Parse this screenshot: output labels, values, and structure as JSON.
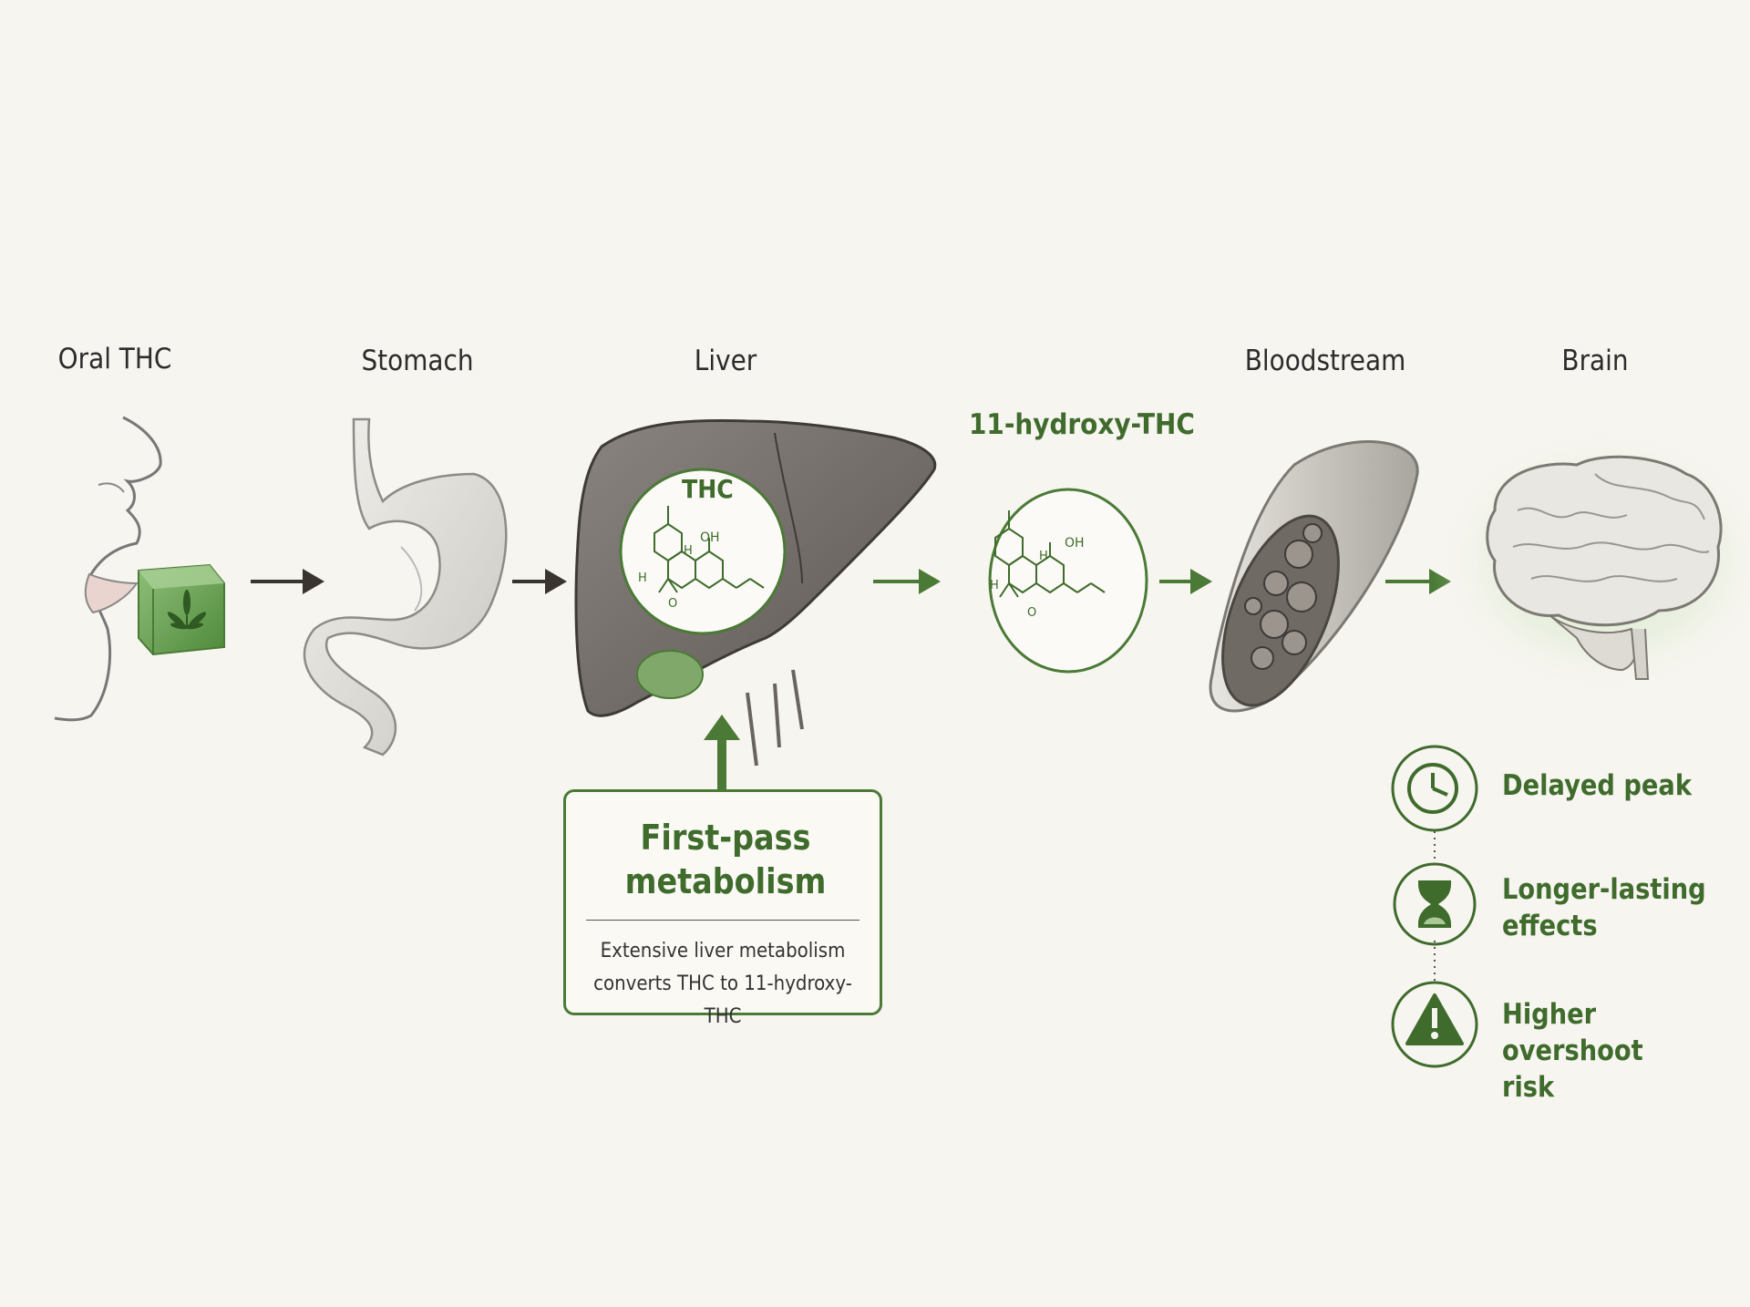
{
  "stages": {
    "oral": "Oral THC",
    "stomach": "Stomach",
    "liver": "Liver",
    "bloodstream": "Bloodstream",
    "brain": "Brain"
  },
  "liver_molecule": {
    "title": "THC",
    "oh": "OH",
    "h1": "H",
    "h2": "H",
    "o": "O"
  },
  "metabolite": {
    "title": "11-hydroxy-THC",
    "oh": "OH",
    "h1": "H",
    "h2": "H",
    "o": "O"
  },
  "first_pass": {
    "title": "First-pass metabolism",
    "description_line1": "Extensive liver metabolism",
    "description_line2": "converts THC to 11-hydroxy-THC"
  },
  "effects": [
    {
      "line1": "Delayed peak",
      "line2": "",
      "icon": "clock-icon"
    },
    {
      "line1": "Longer-lasting",
      "line2": "effects",
      "icon": "hourglass-icon"
    },
    {
      "line1": "Higher overshoot",
      "line2": "risk",
      "icon": "warning-icon"
    }
  ],
  "colors": {
    "accent_green": "#3f6b2c",
    "arrow_dark": "#3a3430",
    "arrow_green": "#4a7a35",
    "background": "#f7f5f0"
  }
}
